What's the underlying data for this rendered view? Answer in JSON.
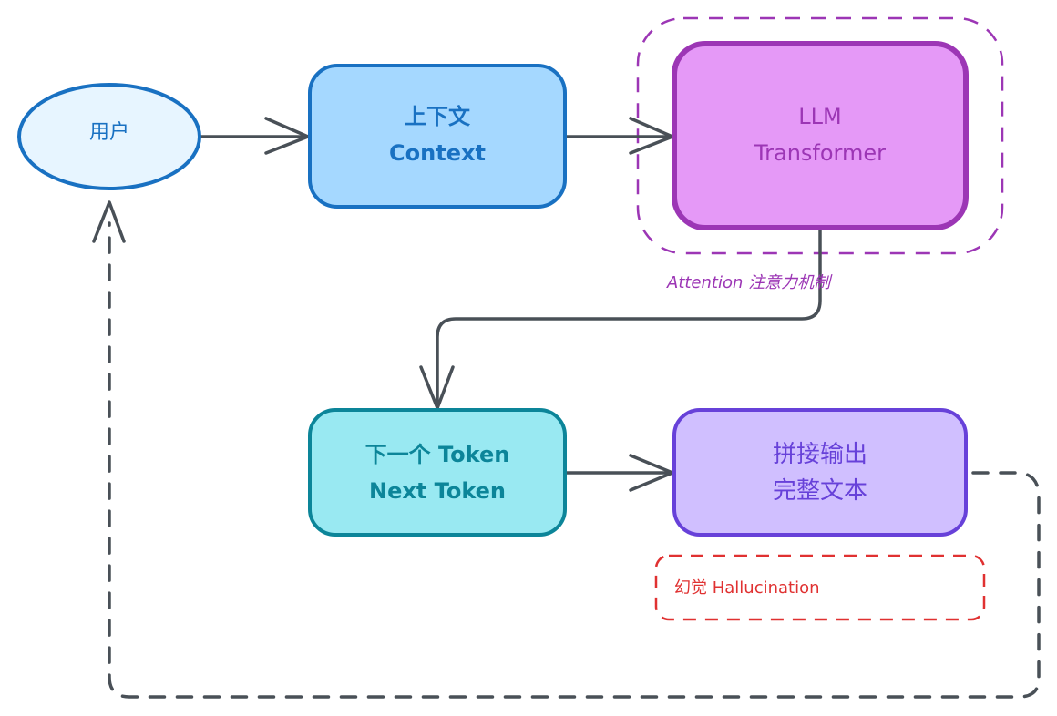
{
  "nodes": {
    "user": {
      "label": "用户",
      "fill": "#e7f5ff",
      "stroke": "#1971c2"
    },
    "context": {
      "line1": "上下文",
      "line2": "Context",
      "fill": "#a5d8ff",
      "stroke": "#1971c2"
    },
    "llm": {
      "line1": "LLM",
      "line2": "Transformer",
      "fill": "#e599f7",
      "stroke": "#9c36b5"
    },
    "next_token": {
      "line1": "下一个 Token",
      "line2": "Next Token",
      "fill": "#99e9f2",
      "stroke": "#0c8599"
    },
    "concat_output": {
      "line1": "拼接输出",
      "line2": "完整文本",
      "fill": "#d0bfff",
      "stroke": "#6741d9"
    }
  },
  "annotations": {
    "attention": {
      "label": "Attention 注意力机制",
      "color": "#9c36b5"
    },
    "hallucination": {
      "label": "幻觉 Hallucination",
      "color": "#e03131"
    }
  },
  "edges": [
    {
      "from": "user",
      "to": "context",
      "style": "solid"
    },
    {
      "from": "context",
      "to": "llm",
      "style": "solid"
    },
    {
      "from": "llm",
      "to": "next_token",
      "style": "solid"
    },
    {
      "from": "next_token",
      "to": "concat_output",
      "style": "solid"
    },
    {
      "from": "concat_output",
      "to": "user",
      "style": "dashed"
    }
  ],
  "edge_color": "#495057"
}
